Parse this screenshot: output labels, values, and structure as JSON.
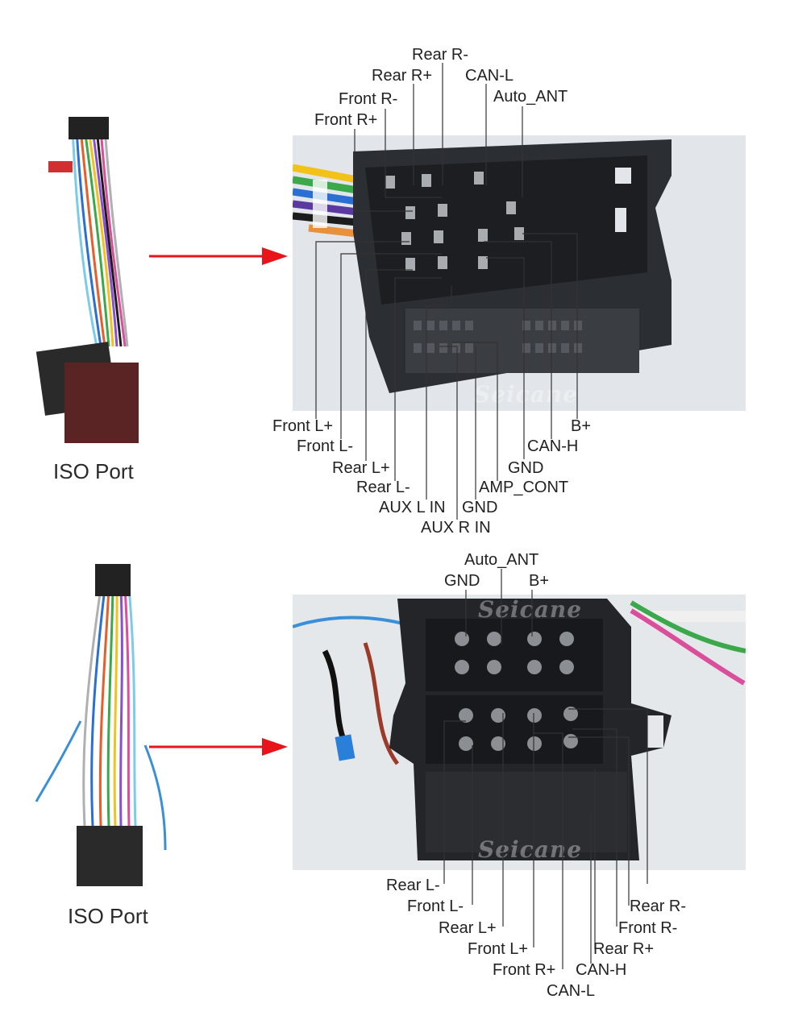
{
  "top": {
    "caption": "ISO Port",
    "watermark": "Seicane",
    "labels": {
      "rear_r_minus": "Rear R-",
      "rear_r_plus": "Rear R+",
      "can_l": "CAN-L",
      "auto_ant": "Auto_ANT",
      "front_r_minus": "Front R-",
      "front_r_plus": "Front R+",
      "front_l_plus": "Front L+",
      "front_l_minus": "Front L-",
      "rear_l_plus": "Rear L+",
      "rear_l_minus": "Rear L-",
      "aux_l_in": "AUX L IN",
      "aux_r_in": "AUX R IN",
      "gnd1": "GND",
      "amp_cont": "AMP_CONT",
      "gnd2": "GND",
      "can_h": "CAN-H",
      "b_plus": "B+"
    }
  },
  "bottom": {
    "caption": "ISO Port",
    "watermark": "Seicane",
    "labels": {
      "auto_ant": "Auto_ANT",
      "gnd": "GND",
      "b_plus": "B+",
      "rear_l_minus": "Rear L-",
      "front_l_minus": "Front L-",
      "rear_l_plus": "Rear L+",
      "front_l_plus": "Front L+",
      "front_r_plus": "Front R+",
      "can_l": "CAN-L",
      "can_h": "CAN-H",
      "rear_r_plus": "Rear R+",
      "front_r_minus": "Front R-",
      "rear_r_minus": "Rear R-"
    }
  },
  "colors": {
    "arrow": "#e8141a",
    "connector": "#2b2e33",
    "line": "#333333"
  }
}
